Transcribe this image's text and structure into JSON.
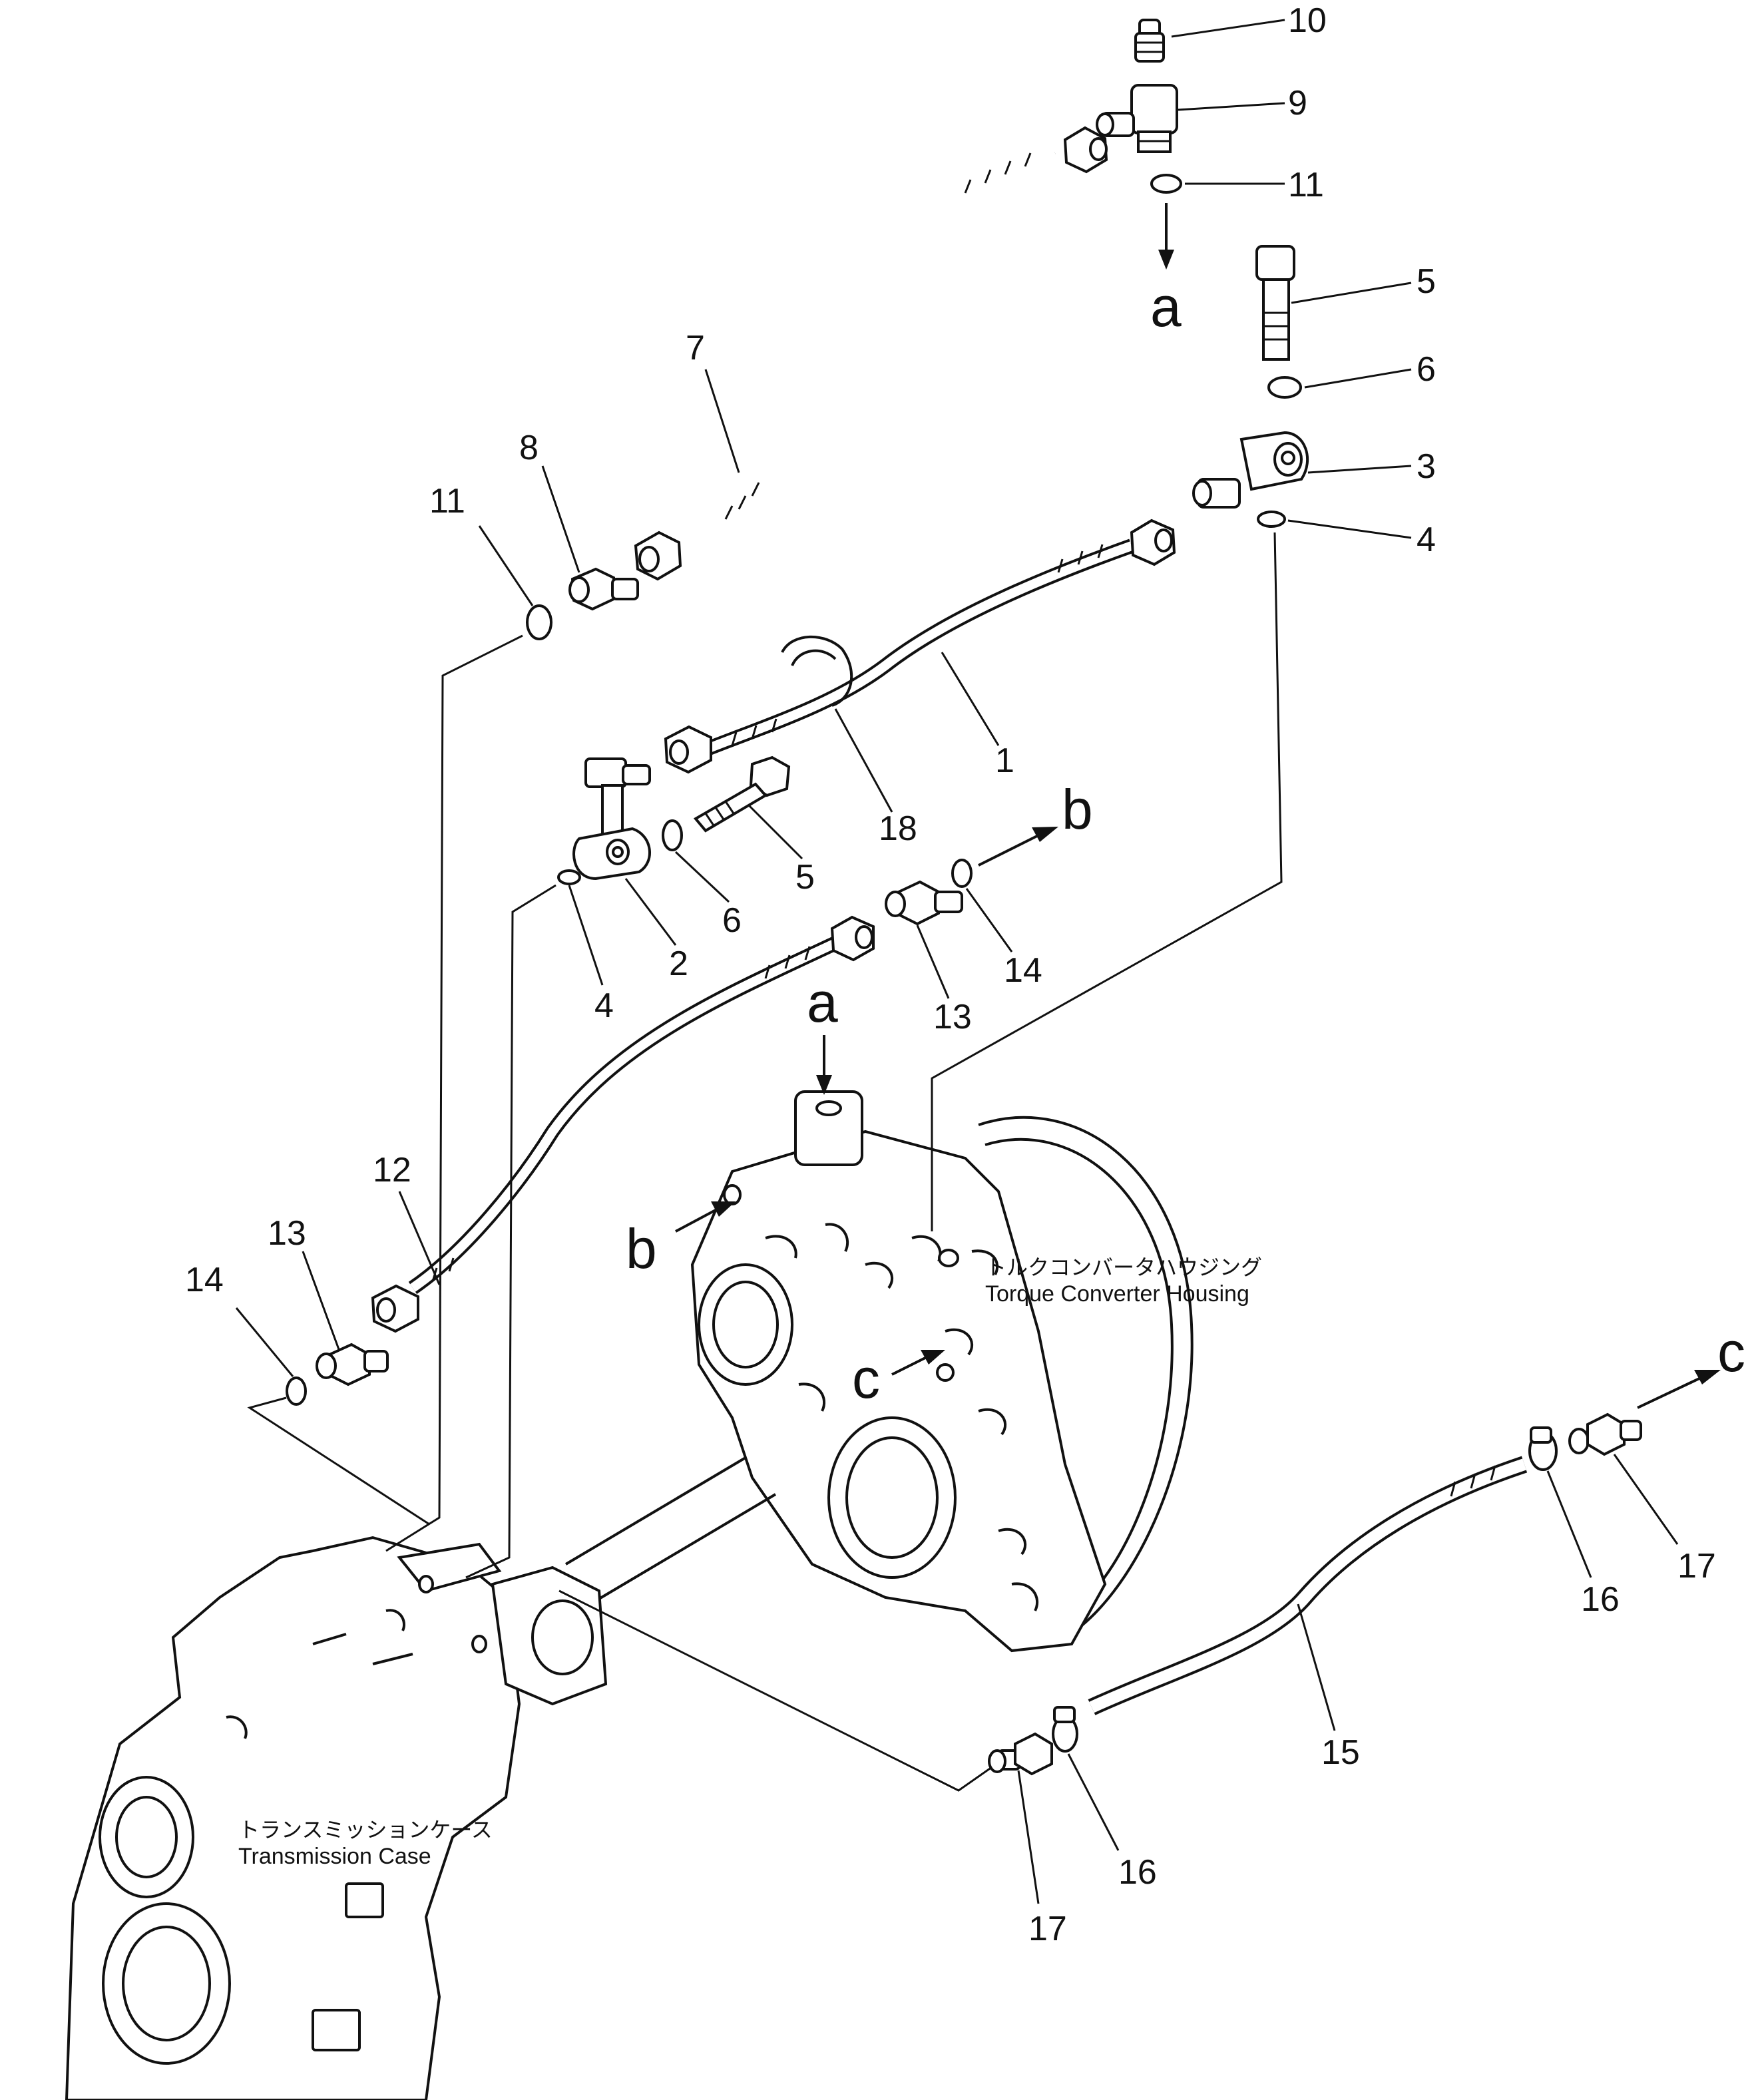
{
  "callouts": [
    {
      "id": "c10",
      "text": "10"
    },
    {
      "id": "c9",
      "text": "9"
    },
    {
      "id": "c11a",
      "text": "11"
    },
    {
      "id": "c5a",
      "text": "5"
    },
    {
      "id": "c6a",
      "text": "6"
    },
    {
      "id": "c3",
      "text": "3"
    },
    {
      "id": "c4a",
      "text": "4"
    },
    {
      "id": "c7",
      "text": "7"
    },
    {
      "id": "c8",
      "text": "8"
    },
    {
      "id": "c11b",
      "text": "11"
    },
    {
      "id": "c1",
      "text": "1"
    },
    {
      "id": "c18",
      "text": "18"
    },
    {
      "id": "c5b",
      "text": "5"
    },
    {
      "id": "c6b",
      "text": "6"
    },
    {
      "id": "c2",
      "text": "2"
    },
    {
      "id": "c4b",
      "text": "4"
    },
    {
      "id": "c13a",
      "text": "13"
    },
    {
      "id": "c14a",
      "text": "14"
    },
    {
      "id": "c12",
      "text": "12"
    },
    {
      "id": "c13b",
      "text": "13"
    },
    {
      "id": "c14b",
      "text": "14"
    },
    {
      "id": "c17a",
      "text": "17"
    },
    {
      "id": "c16a",
      "text": "16"
    },
    {
      "id": "c15",
      "text": "15"
    },
    {
      "id": "c16b",
      "text": "16"
    },
    {
      "id": "c17b",
      "text": "17"
    }
  ],
  "references": [
    {
      "id": "ra1",
      "text": "a"
    },
    {
      "id": "ra2",
      "text": "a"
    },
    {
      "id": "rb1",
      "text": "b"
    },
    {
      "id": "rb2",
      "text": "b"
    },
    {
      "id": "rc1",
      "text": "c"
    },
    {
      "id": "rc2",
      "text": "c"
    }
  ],
  "labels": {
    "torque_converter_jp": "トルクコンバータハウジング",
    "torque_converter_en": "Torque  Converter  Housing",
    "transmission_jp": "トランスミッションケース",
    "transmission_en": "Transmission  Case"
  }
}
